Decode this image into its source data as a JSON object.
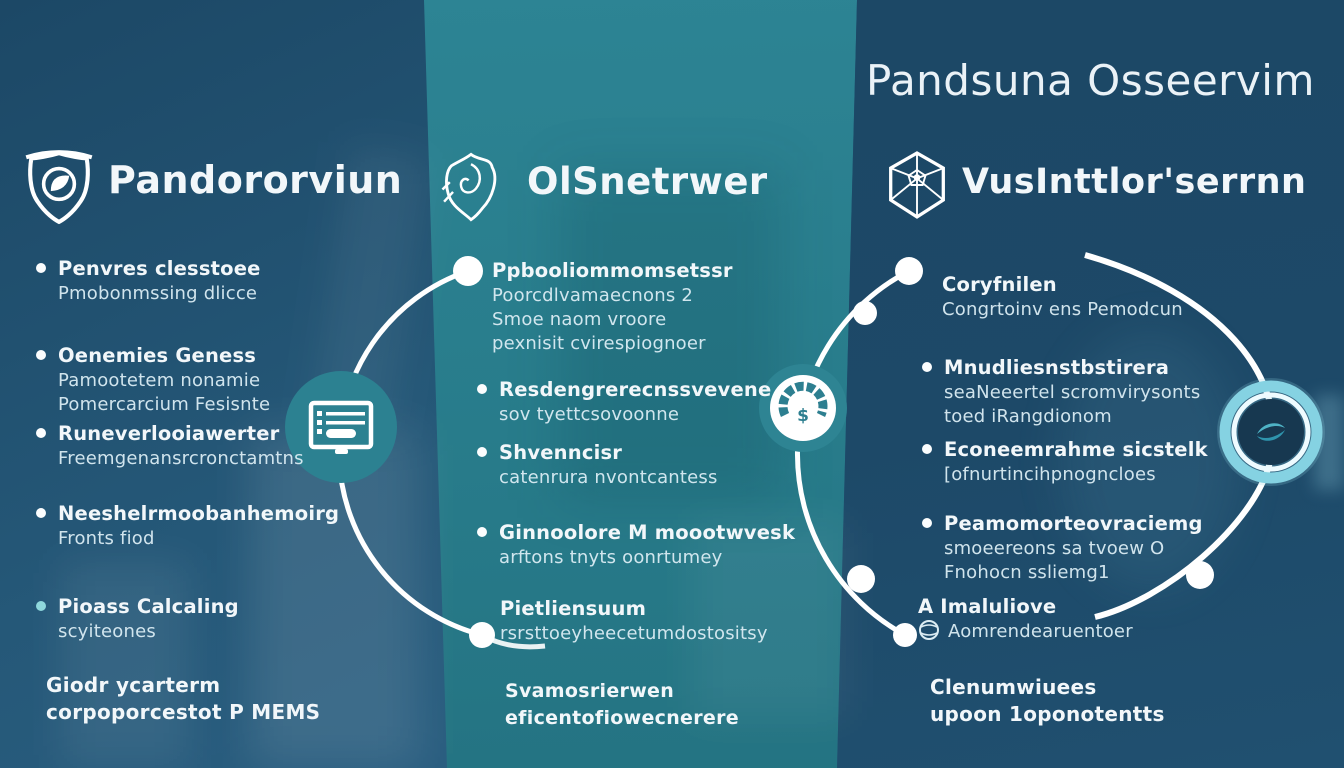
{
  "page_title": "Pandsuna Osseervim",
  "colors": {
    "left_blue": "#255878",
    "teal_band": "#287c8b",
    "navy": "#1d4866",
    "cyan_accent": "#8fd8dc",
    "ring_cyan": "#85d2e2",
    "text_white": "#f2f7fa"
  },
  "icons": {
    "left_header": "shield-leaf-icon",
    "middle_header": "ornate-badge-icon",
    "right_header": "hexagon-network-icon",
    "middle_arc": "checklist-screen-icon",
    "right_chain": "dollar-gauge-icon",
    "right_ring": "ring-eye-icon",
    "right_item5": "globe-arrows-icon"
  },
  "left": {
    "header": "Pandororviun",
    "items": [
      {
        "t": "Penvres clesstoee",
        "s1": "Pmobonmssing dlicce"
      },
      {
        "t": "Oenemies Geness",
        "s1": "Pamootetem nonamie",
        "s2": "Pomercarcium Fesisnte"
      },
      {
        "t": "Runeverlooiawerter",
        "s1": "Freemgenansrcronctamtns"
      },
      {
        "t": "Neeshelrmoobanhemoirg",
        "s1": "Fronts fiod"
      },
      {
        "t": "Pioass Calcaling",
        "s1": "scyiteones"
      }
    ],
    "footer1": "Giodr ycarterm",
    "footer2": "corpoporcestot P MEMS"
  },
  "middle": {
    "header": "OlSnetrwer",
    "items": [
      {
        "t": "Ppbooliommomsetssr",
        "s1": "Poorcdlvamaecnons 2",
        "s2": "Smoe naom vroore",
        "s3": "pexnisit cvirespiognoer"
      },
      {
        "t": "Resdengrerecnssvevene",
        "s1": "sov tyettcsovoonne"
      },
      {
        "t": "Shvenncisr",
        "s1": "catenrura nvontcantess"
      },
      {
        "t": "Ginnoolore M moootwvesk",
        "s1": "arftons tnyts oonrtumey"
      },
      {
        "t": "Pietliensuum",
        "s1": "rsrsttoeyheecetumdostositsy"
      }
    ],
    "footer1": "Svamosrierwen",
    "footer2": "eficentofiowecnerere"
  },
  "right": {
    "header": "VusInttlor'serrnn",
    "items": [
      {
        "t": "Coryfnilen",
        "s1": "Congrtoinv ens Pemodcun"
      },
      {
        "t": "Mnudliesnstbstirera",
        "s1": "seaNeeertel scromvirysonts",
        "s2": "toed iRangdionom"
      },
      {
        "t": "Econeemrahme sicstelk",
        "s1": "[ofnurtincihpnogncloes"
      },
      {
        "t": "Peamomorteovraciemg",
        "s1": "smoeereons sa tvoew O",
        "s2": "Fnohocn ssliemg1"
      },
      {
        "t": "A Imaluliove",
        "s1": "Aomrendearuentoer"
      }
    ],
    "footer1": "Clenumwiuees",
    "footer2": "upoon 1oponotentts"
  },
  "gauge_symbol": "$"
}
